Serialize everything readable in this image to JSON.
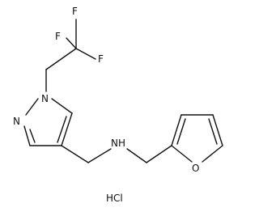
{
  "molecule": {
    "atoms": {
      "F_top": "F",
      "F_left": "F",
      "F_right": "F",
      "N_ring_1": "N",
      "N_ring_2": "N",
      "NH": "NH",
      "O": "O"
    },
    "salt": "HCl"
  },
  "colors": {
    "ink": "#111111",
    "background": "#ffffff"
  }
}
